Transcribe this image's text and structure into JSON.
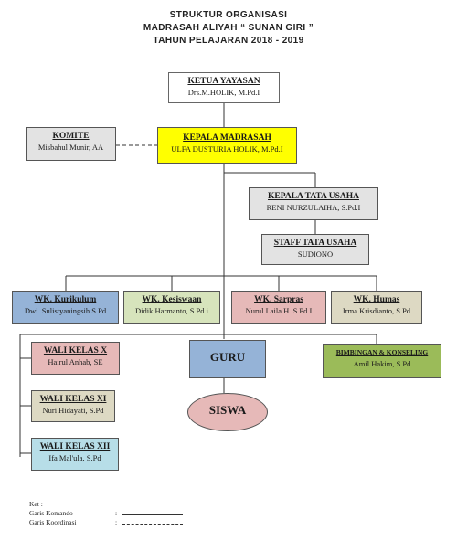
{
  "title": {
    "line1": "STRUKTUR  ORGANISASI",
    "line2": "MADRASAH  ALIYAH “ SUNAN GIRI ”",
    "line3": "TAHUN  PELAJARAN  2018 - 2019"
  },
  "nodes": {
    "ketua": {
      "role": "KETUA YAYASAN",
      "name": "Drs.M.HOLIK, M.Pd.I",
      "color": "#ffffff"
    },
    "komite": {
      "role": "KOMITE",
      "name": "Misbahul Munir, AA",
      "color": "#e3e3e3"
    },
    "kepala": {
      "role": "KEPALA MADRASAH",
      "name": "ULFA DUSTURIA HOLIK, M.Pd.I",
      "color": "#ffff00"
    },
    "tatausaha": {
      "role": "KEPALA TATA USAHA",
      "name": "RENI NURZULAIHA, S.Pd.I",
      "color": "#e3e3e3"
    },
    "staff": {
      "role": "STAFF TATA USAHA",
      "name": "SUDIONO",
      "color": "#e3e3e3"
    },
    "kurikulum": {
      "role": "WK. Kurikulum",
      "name": "Dwi. Sulistyaningsih.S.Pd",
      "color": "#95b3d7"
    },
    "kesiswaan": {
      "role": "WK. Kesiswaan",
      "name": "Didik Harmanto, S.Pd.i",
      "color": "#d7e4bc"
    },
    "sarpras": {
      "role": "WK. Sarpras",
      "name": "Nurul Laila H. S.Pd.I",
      "color": "#e6b9b8"
    },
    "humas": {
      "role": "WK. Humas",
      "name": "Irma Krisdianto, S.Pd",
      "color": "#ddd9c3"
    },
    "walix": {
      "role": "WALI KELAS X",
      "name": "Hairul Anhab, SE",
      "color": "#e6b9b8"
    },
    "walixi": {
      "role": "WALI KELAS XI",
      "name": "Nuri Hidayati, S.Pd",
      "color": "#ddd9c3"
    },
    "walixii": {
      "role": "WALI KELAS XII",
      "name": "Ifa Mal'ula, S.Pd",
      "color": "#b7dee8"
    },
    "guru": {
      "role": "GURU",
      "color": "#95b3d7"
    },
    "siswa": {
      "role": "SISWA",
      "color": "#e6b9b8"
    },
    "bk": {
      "role": "BIMBINGAN & KONSELING",
      "name": "Amil Hakim, S.Pd",
      "color": "#9bbb59"
    }
  },
  "legend": {
    "title": "Ket :",
    "komando_label": "Garis Komando",
    "komando_sep": ":",
    "koordinasi_label": "Garis Koordinasi",
    "koordinasi_sep": ":"
  },
  "line_color": "#333333"
}
